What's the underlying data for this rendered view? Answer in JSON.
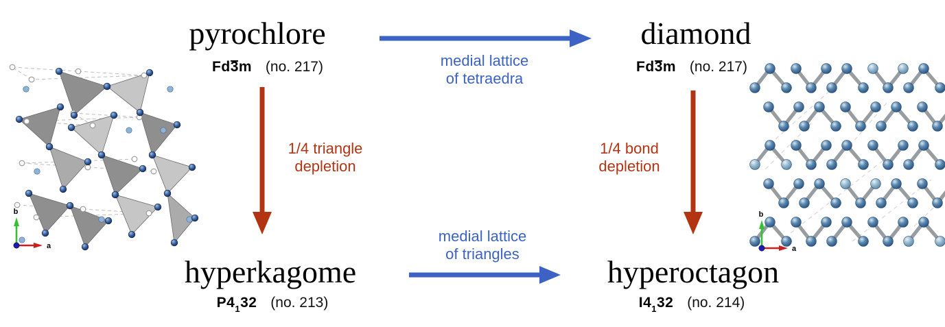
{
  "figure": {
    "nodes": {
      "pyrochlore": {
        "name": "pyrochlore",
        "sg_pre": "Fd",
        "sg_bar": "3",
        "sg_post": "m",
        "number": "(no. 217)"
      },
      "diamond": {
        "name": "diamond",
        "sg_pre": "Fd",
        "sg_bar": "3",
        "sg_post": "m",
        "number": "(no. 217)"
      },
      "hyperkagome": {
        "name": "hyperkagome",
        "sg_pre": "P4",
        "sg_sub": "1",
        "sg_post": "32",
        "number": "(no. 213)"
      },
      "hyperoctagon": {
        "name": "hyperoctagon",
        "sg_pre": "I4",
        "sg_sub": "1",
        "sg_post": "32",
        "number": "(no. 214)"
      }
    },
    "arrows": {
      "top": {
        "line1": "medial lattice",
        "line2": "of tetraedra",
        "direction": "right",
        "color": "#3c63c4"
      },
      "bottom": {
        "line1": "medial lattice",
        "line2": "of triangles",
        "direction": "right",
        "color": "#3c63c4"
      },
      "left": {
        "line1": "1/4 triangle",
        "line2": "depletion",
        "direction": "down",
        "color": "#b23413"
      },
      "right": {
        "line1": "1/4 bond",
        "line2": "depletion",
        "direction": "down",
        "color": "#b23413"
      }
    },
    "axes": {
      "a": "a",
      "b": "b"
    }
  },
  "colors": {
    "arrow_blue": "#3c63c4",
    "arrow_red": "#b23413",
    "text": "#000000"
  }
}
